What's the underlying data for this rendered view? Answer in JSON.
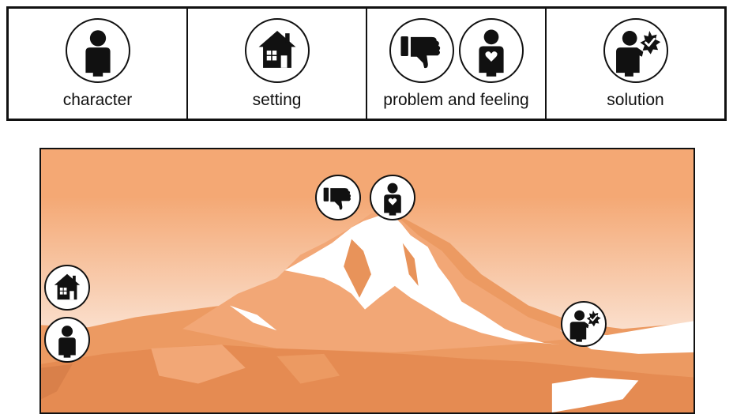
{
  "legend": {
    "items": [
      {
        "label": "character",
        "icons": [
          "person-icon"
        ]
      },
      {
        "label": "setting",
        "icons": [
          "house-icon"
        ]
      },
      {
        "label": "problem and feeling",
        "icons": [
          "thumbs-down-icon",
          "person-heart-icon"
        ]
      },
      {
        "label": "solution",
        "icons": [
          "person-check-badge-icon"
        ]
      }
    ]
  },
  "scene": {
    "sky_top_color": "#f4a874",
    "sky_bottom_color": "#fbe6d8",
    "mountain_colors": [
      "#ec9a62",
      "#f2a776",
      "#e58b52",
      "#ffffff"
    ],
    "markers": [
      {
        "icon": "house-icon",
        "meaning": "setting"
      },
      {
        "icon": "person-icon",
        "meaning": "character"
      },
      {
        "icon": "thumbs-down-icon",
        "meaning": "problem"
      },
      {
        "icon": "person-heart-icon",
        "meaning": "feeling"
      },
      {
        "icon": "person-check-badge-icon",
        "meaning": "solution"
      }
    ]
  }
}
